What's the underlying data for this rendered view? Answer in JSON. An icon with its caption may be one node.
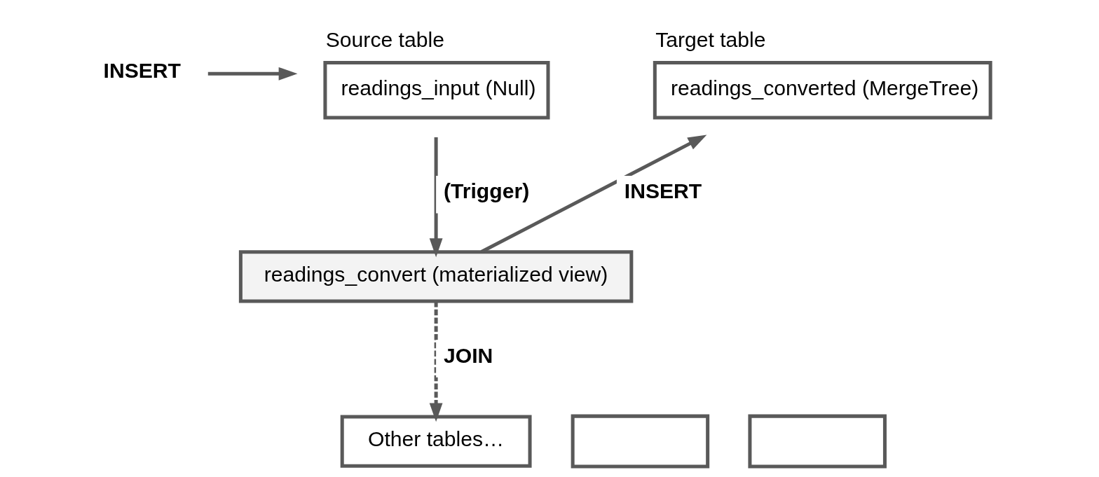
{
  "diagram": {
    "nodes": [
      {
        "text": [
          "INSERT"
        ]
      },
      {
        "text": [
          "Source table",
          "readings_input (Null)"
        ]
      },
      {
        "text": [
          "Target table",
          "readings_converted (MergeTree)"
        ]
      },
      {
        "text": [
          "readings_convert (materialized view)"
        ]
      },
      {
        "text": [],
        "shape": "box"
      },
      {
        "text": [],
        "shape": "box"
      },
      {
        "text": [
          "Other tables…"
        ]
      }
    ],
    "edges": [
      {
        "from": 0,
        "to": 1,
        "arrow": "to"
      },
      {
        "from": 1,
        "to": 3,
        "arrow": "to",
        "label": "(Trigger)"
      },
      {
        "from": 3,
        "to": 2,
        "arrow": "to",
        "label": "INSERT"
      },
      {
        "from": 3,
        "to": 6,
        "arrow": "to",
        "label": "JOIN",
        "style": "dashed"
      }
    ]
  }
}
